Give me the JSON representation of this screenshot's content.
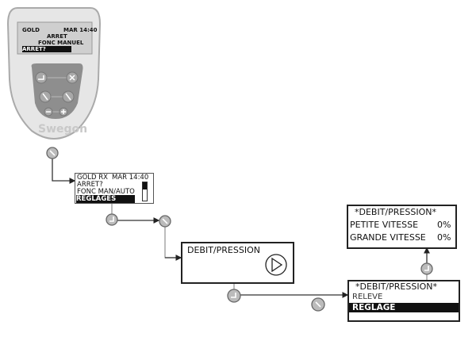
{
  "device": {
    "brand": "Swegon",
    "screen": {
      "line1_left": "GOLD",
      "line1_right": "MAR  14:40",
      "line2": "ARRET",
      "line3": "FONC MANUEL",
      "line4_selected": "ARRET?"
    },
    "buttons": [
      "enter-icon",
      "close-icon",
      "up-icon",
      "down-icon",
      "minus-icon",
      "plus-icon"
    ]
  },
  "menu1": {
    "header_left": "GOLD RX",
    "header_right": "MAR  14:40",
    "items": [
      "ARRET?",
      "FONC MAN/AUTO",
      "REGLAGES"
    ],
    "selected": "REGLAGES"
  },
  "menu2": {
    "title": "DEBIT/PRESSION",
    "icon": "play-circle-icon"
  },
  "menu3": {
    "title": "*DEBIT/PRESSION*",
    "items": [
      "RELEVE",
      "REGLAGE"
    ],
    "selected": "REGLAGE"
  },
  "menu4": {
    "title": "*DEBIT/PRESSION*",
    "rows": [
      {
        "label": "PETITE VITESSE",
        "value": "0%"
      },
      {
        "label": "GRANDE VITESSE",
        "value": "0%"
      }
    ]
  },
  "steps": [
    "down-button-icon",
    "enter-button-icon",
    "down-button-icon",
    "enter-button-icon",
    "down-button-icon",
    "enter-button-icon"
  ]
}
